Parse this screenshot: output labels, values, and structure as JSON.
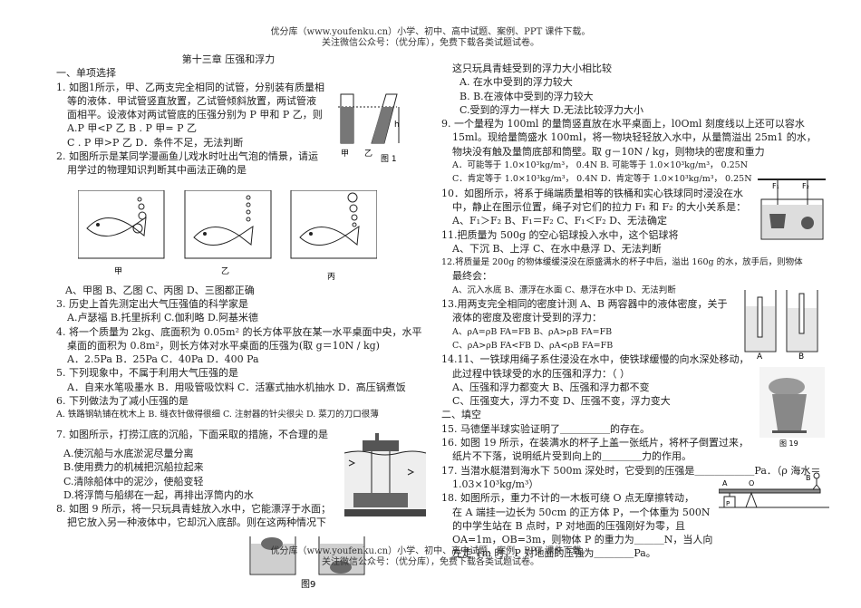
{
  "header": {
    "line1": "优分库（www.youfenku.cn）小学、初中、高中试题、案例、PPT 课件下载。",
    "line2": "关注微信公众号：（优分库），免费下载各类试题试卷。"
  },
  "left": [
    "第十三章 压强和浮力",
    "一、单项选择",
    "1. 如图1所示，甲、乙两支完全相同的试管，分别装有质量相",
    "等的液体．甲试管竖直放置，乙试管倾斜放置，两试管液",
    "面相平。设液体对两试管底的压强分别为 P 甲和 P 乙，则",
    "A.P 甲<P 乙       B . P 甲= P 乙",
    "C . P 甲>P 乙      D．条件不足，无法判断",
    "2. 如图所示是某同学漫画鱼儿戏水时吐出气泡的情景，请运",
    "用学过的物理知识判断其中画法正确的是",
    "A、甲图    B、乙图     C、丙图     D、三图都正确",
    "3. 历史上首先测定出大气压强值的科学家是",
    "A.卢瑟福        B.托里拆利          C.伽利略          D.阿基米德",
    "4. 将一个质量为 2kg、底面积为 0.05m² 的长方体平放在某一水平桌面中央，水平",
    "桌面的面积为 0.8m²，则长方体对水平桌面的压强为(取 g＝10N / kg)",
    "A．2.5Pa         B．25Pa          C．40Pa           D．400 Pa",
    "5. 下列现象中，不属于利用大气压强的是",
    "A．自来水笔吸墨水    B．用吸管吸饮料 C．活塞式抽水机抽水  D．高压锅煮饭",
    "6. 下列做法为了减小压强的是",
    "A. 铁路钢轨铺在枕木上 B. 缝衣针做得很细 C. 注射器的针尖很尖  D. 菜刀的刀口很薄",
    "7. 如图所示，打捞江底的沉船，下面采取的措施，不合理的是",
    "A.使沉船与水底淤泥尽量分离",
    "B.使用费力的机械把沉船拉起来",
    "C.清除船体中的泥沙，使船变轻",
    "D.将浮筒与船绑在一起，再排出浮筒内的水",
    "8. 如图 9 所示，将一只玩具青蛙放入水中，它能漂浮于水面；",
    "把它放入另一种液体中，它却沉入底部。则在这两种情况下"
  ],
  "right": [
    "这只玩具青蛙受到的浮力大小相比较",
    "A. 在水中受到的浮力较大",
    "B. B.在液体中受到的浮力较大",
    "C.受到的浮力一样大          D.无法比较浮力大小",
    "9. 一个量程为 100ml 的量筒竖直放在水平桌面上，l0Oml 刻度线以上还可以容水",
    "15ml。现给量筒盛水 100ml，将一物块轻轻放入水中，从量筒溢出 25m1 的水，",
    "物块没有触及量筒底部和筒壁。取 g－10N / kg，则物块的密度和重力",
    "A．可能等于 1.0×10³kg/m³，  0.4N        B. 可能等于 1.0×10³kg/m³，    0.25N",
    "C．肯定等于 1.0×10³kg/m³，     0.4N        D．肯定等于 1.0×10³kg/m³，    0.25N",
    "10．如图所示，将系于绳端质量相等的铁桶和实心铁球同时浸没在水",
    "中，静止在图示位置，绳子对它们的拉力 F₁ 和 F₂ 的大小关系是：",
    "A、F₁＞F₂           B、F₁＝F₂      C、F₁＜F₂      D、无法确定",
    "11.把质量为 500g 的空心铝球投入水中，这个铝球将",
    "A、下沉     B、上浮     C、在水中悬浮   D、无法判断",
    "12.将质量是 200g 的物体缓缓浸没在原盛满水的杯子中后，溢出 160g 的水，放手后，则物体",
    "最终会：",
    "A、沉入水底           B、漂浮在水面            C、悬浮在水中          D、无法判断",
    "13.用两支完全相同的密度计测 A、B 两容器中的液体密度，关于",
    "液体的密度及密度计受到的浮力：",
    "A、ρA=ρB  FA=FB              B、ρA>ρB  FA=FB",
    "C、ρA>ρB  FA<FB              D、ρA<ρB  FA=FB",
    "14.11、一铁球用绳子系住浸没在水中，使铁球缓慢的向水深处移动，",
    "此过程中铁球受的水的压强和浮力：（    ）",
    "A、压强和浮力都变大          B、压强和浮力都不变",
    "C、压强变大，浮力不变        D、压强不变，浮力变大",
    "二、填空",
    "15. 马德堡半球实验证明了＿＿＿＿＿的存在。",
    "16. 如图 19 所示，在装满水的杯子上盖一张纸片，将杯子倒置过来，",
    "纸片不下落，说明纸片受到向上的＿＿＿＿力的作用。",
    "17. 当潜水艇潜到海水下 500m 深处时，它受到的压强是＿＿＿＿＿＿Pa．（ρ 海水＝",
    "1.03×10³kg/m³）",
    "18. 如图所示，重力不计的一木板可绕 O 点无摩擦转动，",
    "在 A 端挂一边长为 50cm 的正方体 P，一个体重为 500N",
    "的中学生站在 B 点时，P 对地面的压强刚好为零，且",
    "OA=1m，OB=3m，则物体 P 的重力为＿＿＿N，当人向",
    "左走 1m 时，P 对地面的压强为＿＿＿＿Pa。"
  ],
  "figure_labels": {
    "fig1_jia": "甲",
    "fig1_yi": "乙",
    "fig1_caption": "图 1",
    "fig1_h": "h",
    "fish_jia": "甲",
    "fish_yi": "乙",
    "fish_bing": "丙",
    "fig9_caption": "图9",
    "fig19_caption": "图 19",
    "fig10_F1": "F₁",
    "fig10_F2": "F₂",
    "fig13_A": "A",
    "fig13_B": "B",
    "fig18_A": "A",
    "fig18_O": "O",
    "fig18_B": "B",
    "fig18_P": "P"
  },
  "footer": {
    "line1": "优分库（www.youfenku.cn）小学、初中、高中试题、案例、PPT 课件下载。",
    "line2": "关注微信公众号：（优分库），免费下载各类试题试卷。"
  }
}
